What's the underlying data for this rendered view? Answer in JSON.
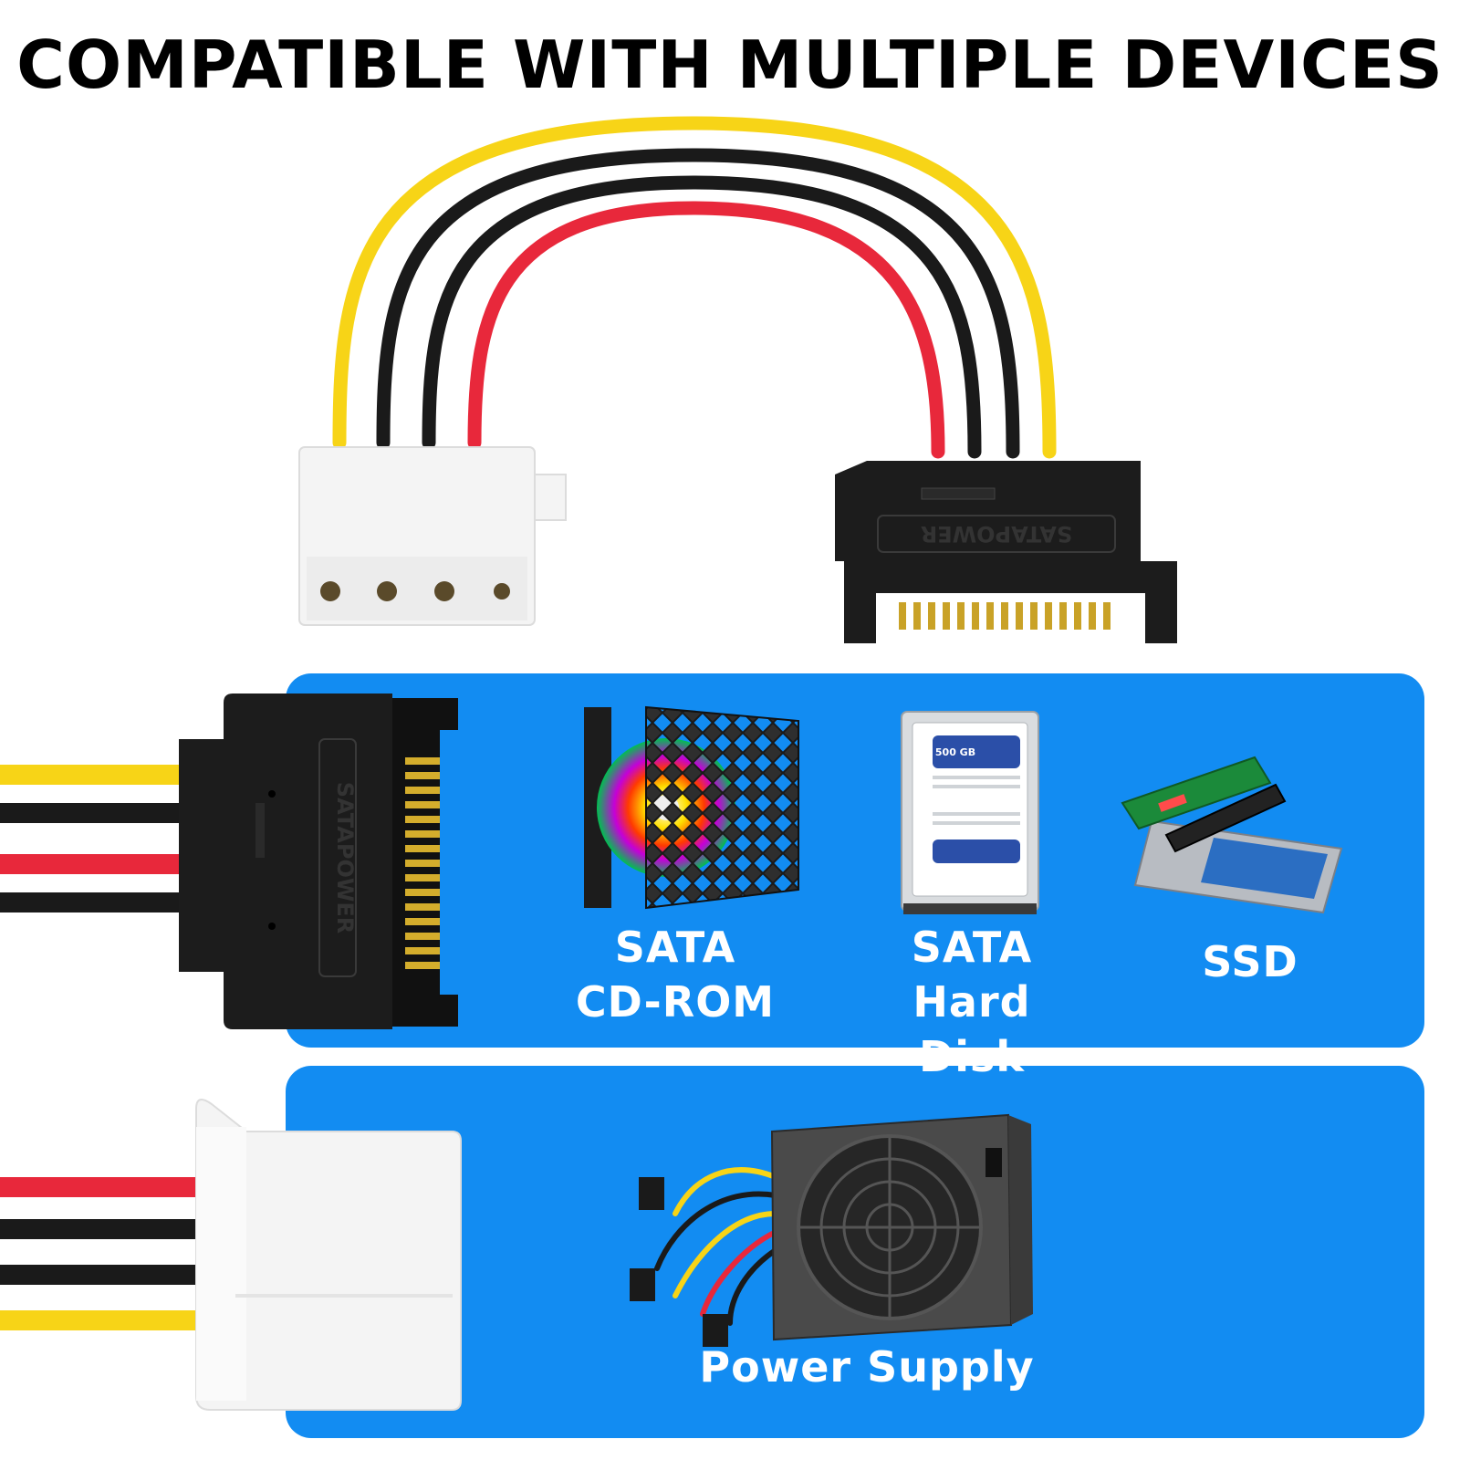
{
  "headline": "COMPATIBLE WITH MULTIPLE DEVICES",
  "connector_text": "SATAPOWER",
  "hdd_capacity": "500 GB",
  "devices": [
    {
      "line1": "SATA",
      "line2": "CD-ROM",
      "icon": "cd-rom-drive-icon"
    },
    {
      "line1": "SATA",
      "line2": "Hard Disk",
      "icon": "hard-disk-icon"
    },
    {
      "line1": "SSD",
      "icon": "ssd-icon"
    }
  ],
  "power": {
    "label": "Power Supply",
    "icon": "power-supply-icon"
  },
  "colors": {
    "panel": "#128cf2",
    "wire_yellow": "#f7d417",
    "wire_black": "#1a1a1a",
    "wire_red": "#e8283b",
    "connector_black": "#1c1c1c",
    "molex_white": "#f4f4f4"
  }
}
